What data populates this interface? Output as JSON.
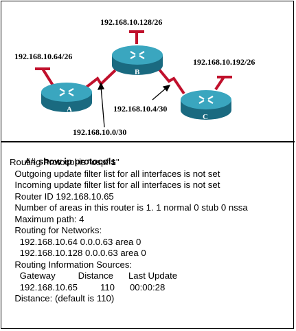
{
  "topology": {
    "networks": {
      "net_a": "192.168.10.64/26",
      "net_b": "192.168.10.128/26",
      "net_c": "192.168.10.192/26",
      "link_ab": "192.168.10.0/30",
      "link_bc": "192.168.10.4/30"
    },
    "routers": {
      "a": "A",
      "b": "B",
      "c": "C"
    },
    "colors": {
      "router_body": "#1f7f97",
      "router_top": "#3aa6bf",
      "link": "#c0102c",
      "stub": "#c0102c"
    }
  },
  "console": {
    "prompt": "A#",
    "command": "show ip protocols",
    "lines": [
      "Routing Protocol is \"ospf 1\"",
      "  Outgoing update filter list for all interfaces is not set",
      "  Incoming update filter list for all interfaces is not set",
      "  Router ID 192.168.10.65",
      "  Number of areas in this router is 1. 1 normal 0 stub 0 nssa",
      "  Maximum path: 4",
      "  Routing for Networks:",
      "    192.168.10.64 0.0.0.63 area 0",
      "    192.168.10.128 0.0.0.63 area 0",
      "  Routing Information Sources:",
      "    Gateway         Distance      Last Update",
      "    192.168.10.65         110      00:00:28",
      "  Distance: (default is 110)"
    ]
  }
}
